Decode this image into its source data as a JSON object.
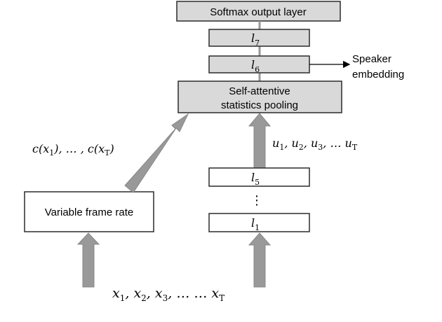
{
  "diagram": {
    "nodes": {
      "softmax": "Softmax output layer",
      "l7": "7",
      "l6": "6",
      "pooling_line1": "Self-attentive",
      "pooling_line2": "statistics pooling",
      "l5": "5",
      "l1": "1",
      "vfr": "Variable frame rate",
      "dots": "⋮"
    },
    "labels": {
      "speaker_line1": "Speaker",
      "speaker_line2": "embedding",
      "weights": {
        "c1": "c(x",
        "s1": "1",
        "mid": "), … , c(x",
        "sT": "T",
        "end": ")"
      },
      "frame_features": {
        "u1": "u",
        "s1": "1",
        "u2": ", u",
        "s2": "2",
        "u3": ", u",
        "s3": "3",
        "uT": ", …  u",
        "sT": "T"
      },
      "inputs": {
        "x1": "x",
        "s1": "1",
        "x2": ", x",
        "s2": "2",
        "x3": ", x",
        "s3": "3",
        "xT": ", … … x",
        "sT": "T"
      }
    },
    "colors": {
      "box_fill": "#d9d9d9",
      "arrow_fill": "#999999",
      "stroke": "#2b2b2b"
    }
  }
}
